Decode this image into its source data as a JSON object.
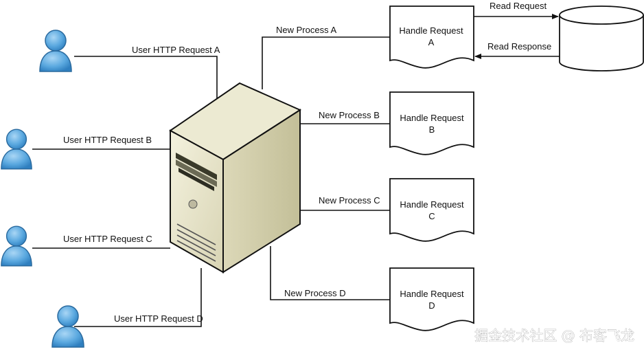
{
  "users": [
    {
      "request_label": "User HTTP Request A"
    },
    {
      "request_label": "User HTTP Request B"
    },
    {
      "request_label": "User HTTP Request C"
    },
    {
      "request_label": "User HTTP Request D"
    }
  ],
  "processes": [
    {
      "process_label": "New Process A",
      "doc_line1": "Handle Request",
      "doc_line2": "A"
    },
    {
      "process_label": "New Process B",
      "doc_line1": "Handle Request",
      "doc_line2": "B"
    },
    {
      "process_label": "New Process C",
      "doc_line1": "Handle Request",
      "doc_line2": "C"
    },
    {
      "process_label": "New Process D",
      "doc_line1": "Handle Request",
      "doc_line2": "D"
    }
  ],
  "database": {
    "read_request_label": "Read Request",
    "read_response_label": "Read Response"
  },
  "watermark": "掘金技术社区 @ 布客飞龙",
  "colors": {
    "user_icon": "#5aa8df",
    "server_body": "#e9e6cc",
    "server_shade": "#c9c5a0",
    "line": "#111111"
  },
  "icons": {
    "user": "user-icon",
    "server": "server-icon",
    "database": "database-cylinder-icon",
    "document": "document-icon"
  }
}
